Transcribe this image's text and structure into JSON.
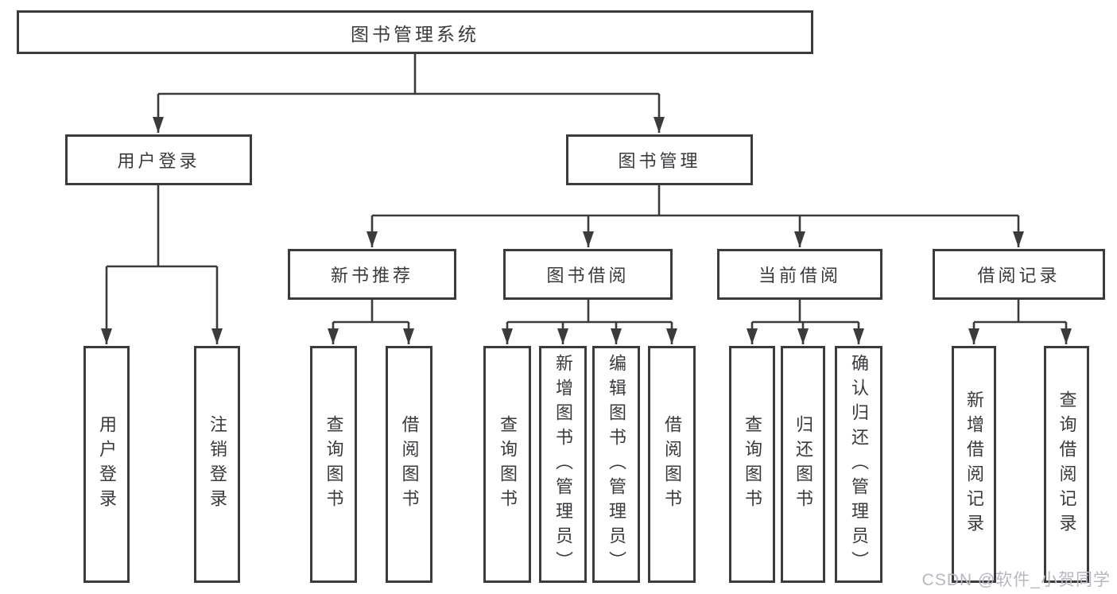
{
  "nodes": {
    "root": "图书管理系统",
    "user_login": "用户登录",
    "book_management": "图书管理",
    "new_book_recommend": "新书推荐",
    "book_borrowing": "图书借阅",
    "current_borrowing": "当前借阅",
    "borrowing_records": "借阅记录",
    "leaf_user_login": "用户登录",
    "leaf_logout": "注销登录",
    "leaf_rec_query_books": "查询图书",
    "leaf_rec_borrow_books": "借阅图书",
    "leaf_bor_query_books": "查询图书",
    "leaf_bor_add_books": "新增图书（管理员）",
    "leaf_bor_edit_books": "编辑图书（管理员）",
    "leaf_bor_borrow_books": "借阅图书",
    "leaf_cur_query_books": "查询图书",
    "leaf_cur_return_books": "归还图书",
    "leaf_cur_confirm_return": "确认归还（管理员）",
    "leaf_add_borrow_record": "新增借阅记录",
    "leaf_query_borrow_record": "查询借阅记录"
  },
  "watermark": "CSDN @软件_小贺同学",
  "colors": {
    "line": "#3b3b3b",
    "text": "#3a3a3e",
    "background": "#ffffff",
    "watermark": "#b5b8bf"
  }
}
